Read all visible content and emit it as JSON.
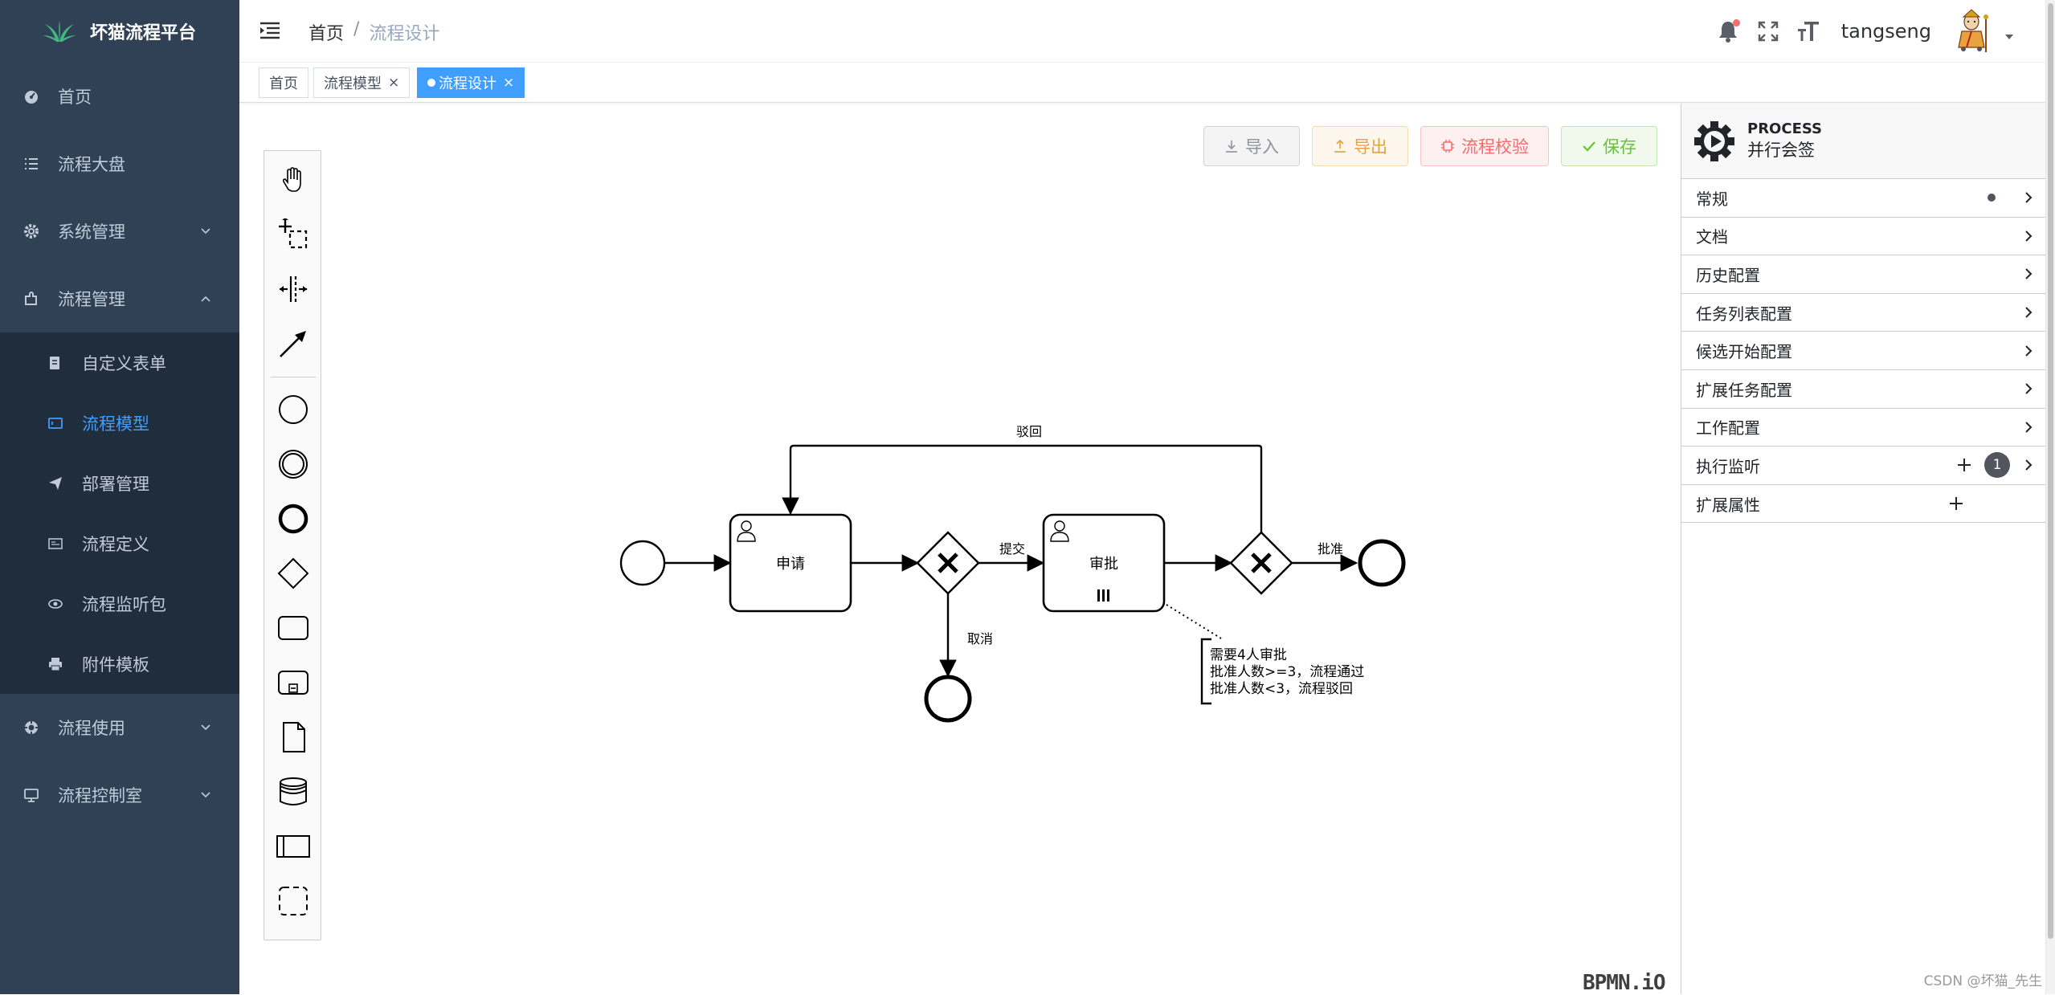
{
  "app": {
    "title": "坏猫流程平台"
  },
  "sidebar": {
    "items": [
      {
        "label": "首页",
        "icon": "dashboard-icon"
      },
      {
        "label": "流程大盘",
        "icon": "list-icon"
      },
      {
        "label": "系统管理",
        "icon": "gear-icon",
        "expandable": true,
        "expanded": false
      },
      {
        "label": "流程管理",
        "icon": "puzzle-icon",
        "expandable": true,
        "expanded": true,
        "children": [
          {
            "label": "自定义表单",
            "icon": "form-icon"
          },
          {
            "label": "流程模型",
            "icon": "model-icon",
            "active": true
          },
          {
            "label": "部署管理",
            "icon": "send-icon"
          },
          {
            "label": "流程定义",
            "icon": "definition-icon"
          },
          {
            "label": "流程监听包",
            "icon": "eye-icon"
          },
          {
            "label": "附件模板",
            "icon": "printer-icon"
          }
        ]
      },
      {
        "label": "流程使用",
        "icon": "circle-gear-icon",
        "expandable": true,
        "expanded": false
      },
      {
        "label": "流程控制室",
        "icon": "monitor-icon",
        "expandable": true,
        "expanded": false
      }
    ],
    "active_color": "#409eff"
  },
  "navbar": {
    "breadcrumb": [
      "首页",
      "/",
      "流程设计"
    ],
    "username": "tangseng",
    "icons": [
      "bell-icon",
      "fullscreen-icon",
      "font-size-icon"
    ]
  },
  "tags": [
    {
      "label": "首页",
      "closable": false,
      "active": false
    },
    {
      "label": "流程模型",
      "closable": true,
      "active": false,
      "close": "×"
    },
    {
      "label": "流程设计",
      "closable": true,
      "active": true,
      "close": "×"
    }
  ],
  "toolbar": {
    "import_label": "导入",
    "export_label": "导出",
    "validate_label": "流程校验",
    "save_label": "保存"
  },
  "palette": [
    "hand-tool-icon",
    "lasso-tool-icon",
    "space-tool-icon",
    "connect-tool-icon",
    "start-event-icon",
    "intermediate-event-icon",
    "end-event-icon",
    "gateway-icon",
    "task-icon",
    "subprocess-icon",
    "data-object-icon",
    "data-store-icon",
    "pool-icon",
    "group-icon"
  ],
  "diagram": {
    "tasks": [
      "申请",
      "审批"
    ],
    "flow_labels": {
      "reject": "驳回",
      "submit": "提交",
      "cancel": "取消",
      "approve": "批准"
    },
    "annotation": [
      "需要4人审批",
      "批准人数>=3，流程通过",
      "批准人数<3，流程驳回"
    ]
  },
  "bpmn_logo": "BPMN.iO",
  "properties": {
    "type": "PROCESS",
    "name": "并行会签",
    "groups": [
      {
        "label": "常规",
        "dot": true,
        "chevron": true
      },
      {
        "label": "文档",
        "chevron": true
      },
      {
        "label": "历史配置",
        "chevron": true
      },
      {
        "label": "任务列表配置",
        "chevron": true
      },
      {
        "label": "候选开始配置",
        "chevron": true
      },
      {
        "label": "扩展任务配置",
        "chevron": true
      },
      {
        "label": "工作配置",
        "chevron": true
      },
      {
        "label": "执行监听",
        "plus": true,
        "badge": "1",
        "chevron": true
      },
      {
        "label": "扩展属性",
        "plus": true
      }
    ]
  },
  "watermark": "CSDN @坏猫_先生",
  "colors": {
    "sidebar_bg": "#304156",
    "submenu_bg": "#1f2d3d",
    "primary": "#409eff",
    "warning": "#e6a23c",
    "danger": "#f56c6c",
    "success": "#67c23a"
  }
}
